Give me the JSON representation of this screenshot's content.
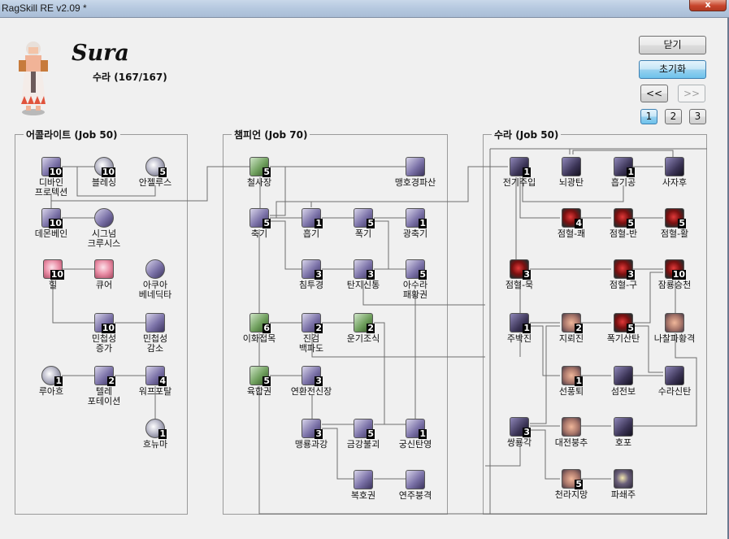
{
  "window": {
    "title": "RagSkill RE v2.09 *",
    "close_label": "x"
  },
  "header": {
    "job_name": "Sura",
    "subtitle": "수라 (167/167)"
  },
  "controls": {
    "close_label": "닫기",
    "reset_label": "초기화",
    "prev_label": "<<",
    "next_label": ">>",
    "pages": [
      "1",
      "2",
      "3"
    ],
    "active_page": "1"
  },
  "groups": [
    {
      "label": "어콜라이트 (Job 50)"
    },
    {
      "label": "챔피언 (Job 70)"
    },
    {
      "label": "수라 (Job 50)"
    }
  ],
  "skills": {
    "acolyte": [
      {
        "name": "디바인\n프로텍션",
        "level": "10",
        "icon": "divine-protection-icon"
      },
      {
        "name": "블레싱",
        "level": "10",
        "icon": "blessing-icon"
      },
      {
        "name": "안젤루스",
        "level": "5",
        "icon": "angelus-icon"
      },
      {
        "name": "데몬베인",
        "level": "10",
        "icon": "demon-bane-icon"
      },
      {
        "name": "시그넘\n크루시스",
        "level": "",
        "icon": "signum-crucis-icon"
      },
      {
        "name": "힐",
        "level": "10",
        "icon": "heal-icon"
      },
      {
        "name": "큐어",
        "level": "",
        "icon": "cure-icon"
      },
      {
        "name": "아쿠아\n베네딕타",
        "level": "",
        "icon": "aqua-benedicta-icon"
      },
      {
        "name": "민첩성\n증가",
        "level": "10",
        "icon": "increase-agi-icon"
      },
      {
        "name": "민첩성\n감소",
        "level": "",
        "icon": "decrease-agi-icon"
      },
      {
        "name": "루아흐",
        "level": "1",
        "icon": "ruwach-icon"
      },
      {
        "name": "텔레\n포테이션",
        "level": "2",
        "icon": "teleport-icon"
      },
      {
        "name": "워프포탈",
        "level": "4",
        "icon": "warp-portal-icon"
      },
      {
        "name": "흐뉴마",
        "level": "1",
        "icon": "pneuma-icon"
      }
    ],
    "champion": [
      {
        "name": "철사장",
        "level": "5",
        "icon": "iron-hand-icon"
      },
      {
        "name": "맹호경파산",
        "level": "",
        "icon": "tiger-cannon-icon"
      },
      {
        "name": "축기",
        "level": "5",
        "icon": "call-spirits-icon"
      },
      {
        "name": "흡기",
        "level": "1",
        "icon": "absorb-spirits-icon"
      },
      {
        "name": "폭기",
        "level": "5",
        "icon": "fury-icon"
      },
      {
        "name": "광축기",
        "level": "1",
        "icon": "zen-icon"
      },
      {
        "name": "침투경",
        "level": "3",
        "icon": "dodge-icon"
      },
      {
        "name": "탄지신통",
        "level": "3",
        "icon": "finger-offensive-icon"
      },
      {
        "name": "아수라\n패황권",
        "level": "5",
        "icon": "asura-strike-icon"
      },
      {
        "name": "이화접목",
        "level": "6",
        "icon": "root-icon"
      },
      {
        "name": "진검\n백파도",
        "level": "2",
        "icon": "blade-stop-icon"
      },
      {
        "name": "운기조식",
        "level": "2",
        "icon": "spirits-recovery-icon"
      },
      {
        "name": "육합권",
        "level": "5",
        "icon": "triple-attack-icon"
      },
      {
        "name": "연환전신장",
        "level": "3",
        "icon": "chain-combo-icon"
      },
      {
        "name": "맹룡과강",
        "level": "3",
        "icon": "combo-finish-icon"
      },
      {
        "name": "금강불괴",
        "level": "5",
        "icon": "steel-body-icon"
      },
      {
        "name": "궁신탄영",
        "level": "1",
        "icon": "snap-icon"
      },
      {
        "name": "복호권",
        "level": "",
        "icon": "tiger-knuckle-icon"
      },
      {
        "name": "연주붕격",
        "level": "",
        "icon": "chain-crush-icon"
      }
    ],
    "sura": [
      {
        "name": "전기주입",
        "level": "1",
        "icon": "power-velocity-icon"
      },
      {
        "name": "뇌광탄",
        "level": "",
        "icon": "lightning-ride-icon"
      },
      {
        "name": "흡기공",
        "level": "1",
        "icon": "gentle-touch-icon"
      },
      {
        "name": "사자후",
        "level": "",
        "icon": "lion-roar-icon"
      },
      {
        "name": "점혈-쾌",
        "level": "4",
        "icon": "pressure-quick-icon"
      },
      {
        "name": "점혈-반",
        "level": "5",
        "icon": "pressure-change-icon"
      },
      {
        "name": "점혈-활",
        "level": "5",
        "icon": "pressure-revitalize-icon"
      },
      {
        "name": "점혈-묵",
        "level": "3",
        "icon": "pressure-silence-icon"
      },
      {
        "name": "점혈-구",
        "level": "3",
        "icon": "pressure-cure-icon"
      },
      {
        "name": "잠룡승천",
        "level": "10",
        "icon": "rising-dragon-icon"
      },
      {
        "name": "주박진",
        "level": "1",
        "icon": "cursed-circle-icon"
      },
      {
        "name": "지뢰진",
        "level": "2",
        "icon": "earth-shaker-icon"
      },
      {
        "name": "폭기산탄",
        "level": "5",
        "icon": "raging-explosion-icon"
      },
      {
        "name": "나찰파황격",
        "level": "",
        "icon": "rampage-blaster-icon"
      },
      {
        "name": "선풍퇴",
        "level": "1",
        "icon": "sky-net-icon"
      },
      {
        "name": "섬전보",
        "level": "",
        "icon": "flash-step-icon"
      },
      {
        "name": "수라신탄",
        "level": "",
        "icon": "knuckle-arrow-icon"
      },
      {
        "name": "쌍룡각",
        "level": "3",
        "icon": "dragon-combo-icon"
      },
      {
        "name": "대전붕추",
        "level": "",
        "icon": "fallen-empire-icon"
      },
      {
        "name": "호포",
        "level": "",
        "icon": "tiger-cannon-sura-icon"
      },
      {
        "name": "천라지망",
        "level": "5",
        "icon": "sky-net-blow-icon"
      },
      {
        "name": "파쇄주",
        "level": "",
        "icon": "crescent-elbow-icon"
      }
    ]
  }
}
